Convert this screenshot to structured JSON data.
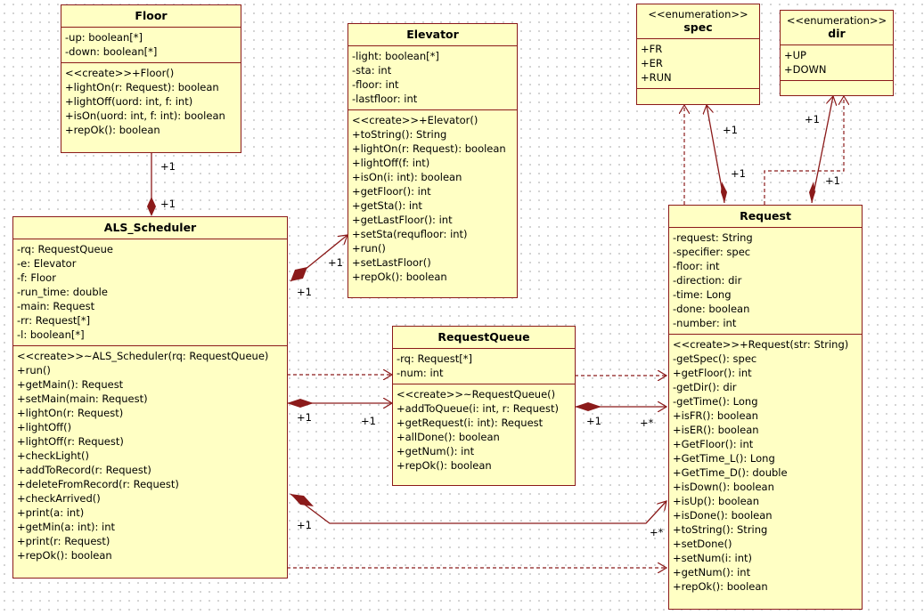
{
  "classes": {
    "floor": {
      "name": "Floor",
      "attributes": [
        "-up: boolean[*]",
        "-down: boolean[*]"
      ],
      "operations": [
        "<<create>>+Floor()",
        "+lightOn(r: Request): boolean",
        "+lightOff(uord: int, f: int)",
        "+isOn(uord: int, f: int): boolean",
        "+repOk(): boolean"
      ]
    },
    "elevator": {
      "name": "Elevator",
      "attributes": [
        "-light: boolean[*]",
        "-sta: int",
        "-floor: int",
        "-lastfloor: int"
      ],
      "operations": [
        "<<create>>+Elevator()",
        "+toString(): String",
        "+lightOn(r: Request): boolean",
        "+lightOff(f: int)",
        "+isOn(i: int): boolean",
        "+getFloor(): int",
        "+getSta(): int",
        "+getLastFloor(): int",
        "+setSta(requfloor: int)",
        "+run()",
        "+setLastFloor()",
        "+repOk(): boolean"
      ]
    },
    "spec": {
      "stereotype": "<<enumeration>>",
      "name": "spec",
      "literals": [
        "+FR",
        "+ER",
        "+RUN"
      ]
    },
    "dir": {
      "stereotype": "<<enumeration>>",
      "name": "dir",
      "literals": [
        "+UP",
        "+DOWN"
      ]
    },
    "scheduler": {
      "name": "ALS_Scheduler",
      "attributes": [
        "-rq: RequestQueue",
        "-e: Elevator",
        "-f: Floor",
        "-run_time: double",
        "-main: Request",
        "-rr: Request[*]",
        "-l: boolean[*]"
      ],
      "operations": [
        "<<create>>~ALS_Scheduler(rq: RequestQueue)",
        "+run()",
        "+getMain(): Request",
        "+setMain(main: Request)",
        "+lightOn(r: Request)",
        "+lightOff()",
        "+lightOff(r: Request)",
        "+checkLight()",
        "+addToRecord(r: Request)",
        "+deleteFromRecord(r: Request)",
        "+checkArrived()",
        "+print(a: int)",
        "+getMin(a: int): int",
        "+print(r: Request)",
        "+repOk(): boolean"
      ]
    },
    "queue": {
      "name": "RequestQueue",
      "attributes": [
        "-rq: Request[*]",
        "-num: int"
      ],
      "operations": [
        "<<create>>~RequestQueue()",
        "+addToQueue(i: int, r: Request)",
        "+getRequest(i: int): Request",
        "+allDone(): boolean",
        "+getNum(): int",
        "+repOk(): boolean"
      ]
    },
    "request": {
      "name": "Request",
      "attributes": [
        "-request: String",
        "-specifier: spec",
        "-floor: int",
        "-direction: dir",
        "-time: Long",
        "-done: boolean",
        "-number: int"
      ],
      "operations": [
        "<<create>>+Request(str: String)",
        "-getSpec(): spec",
        "+getFloor(): int",
        "-getDir(): dir",
        "-getTime(): Long",
        "+isFR(): boolean",
        "+isER(): boolean",
        "+GetFloor(): int",
        "+GetTime_L(): Long",
        "+GetTime_D(): double",
        "+isDown(): boolean",
        "+isUp(): boolean",
        "+isDone(): boolean",
        "+toString(): String",
        "+setDone()",
        "+setNum(i: int)",
        "+getNum(): int",
        "+repOk(): boolean"
      ]
    }
  },
  "multiplicities": {
    "floor_end": "+1",
    "sched_floor_end": "+1",
    "elevator_end": "+1",
    "sched_elev_end": "+1",
    "sched_queue_end": "+1",
    "queue_end": "+1",
    "queue_req_end": "+1",
    "req_queue_end": "+*",
    "sched_req_end": "+1",
    "req_sched_end": "+*",
    "spec_top": "+1",
    "spec_bottom": "+1",
    "dir_top": "+1",
    "dir_bottom": "+1"
  },
  "colors": {
    "line": "#8b1a1a",
    "box_fill": "#ffffc4",
    "box_border": "#8b1a1a"
  }
}
